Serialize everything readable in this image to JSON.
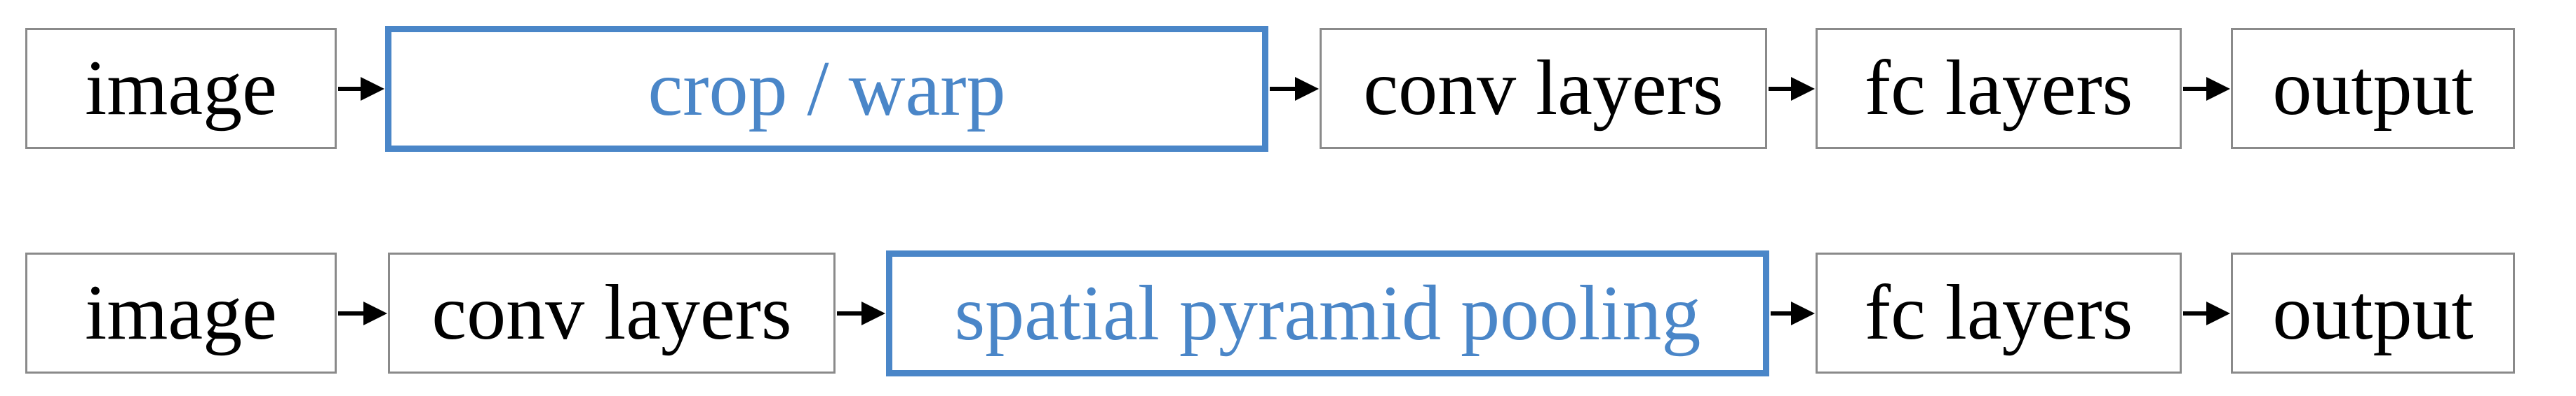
{
  "colors": {
    "highlight": "#4a86c8",
    "box_border": "#8a8a8a",
    "text": "#000000",
    "arrow": "#000000"
  },
  "pipelines": [
    {
      "steps": [
        {
          "label": "image",
          "highlight": false
        },
        {
          "label": "crop / warp",
          "highlight": true
        },
        {
          "label": "conv layers",
          "highlight": false
        },
        {
          "label": "fc layers",
          "highlight": false
        },
        {
          "label": "output",
          "highlight": false
        }
      ]
    },
    {
      "steps": [
        {
          "label": "image",
          "highlight": false
        },
        {
          "label": "conv layers",
          "highlight": false
        },
        {
          "label": "spatial pyramid pooling",
          "highlight": true
        },
        {
          "label": "fc layers",
          "highlight": false
        },
        {
          "label": "output",
          "highlight": false
        }
      ]
    }
  ]
}
